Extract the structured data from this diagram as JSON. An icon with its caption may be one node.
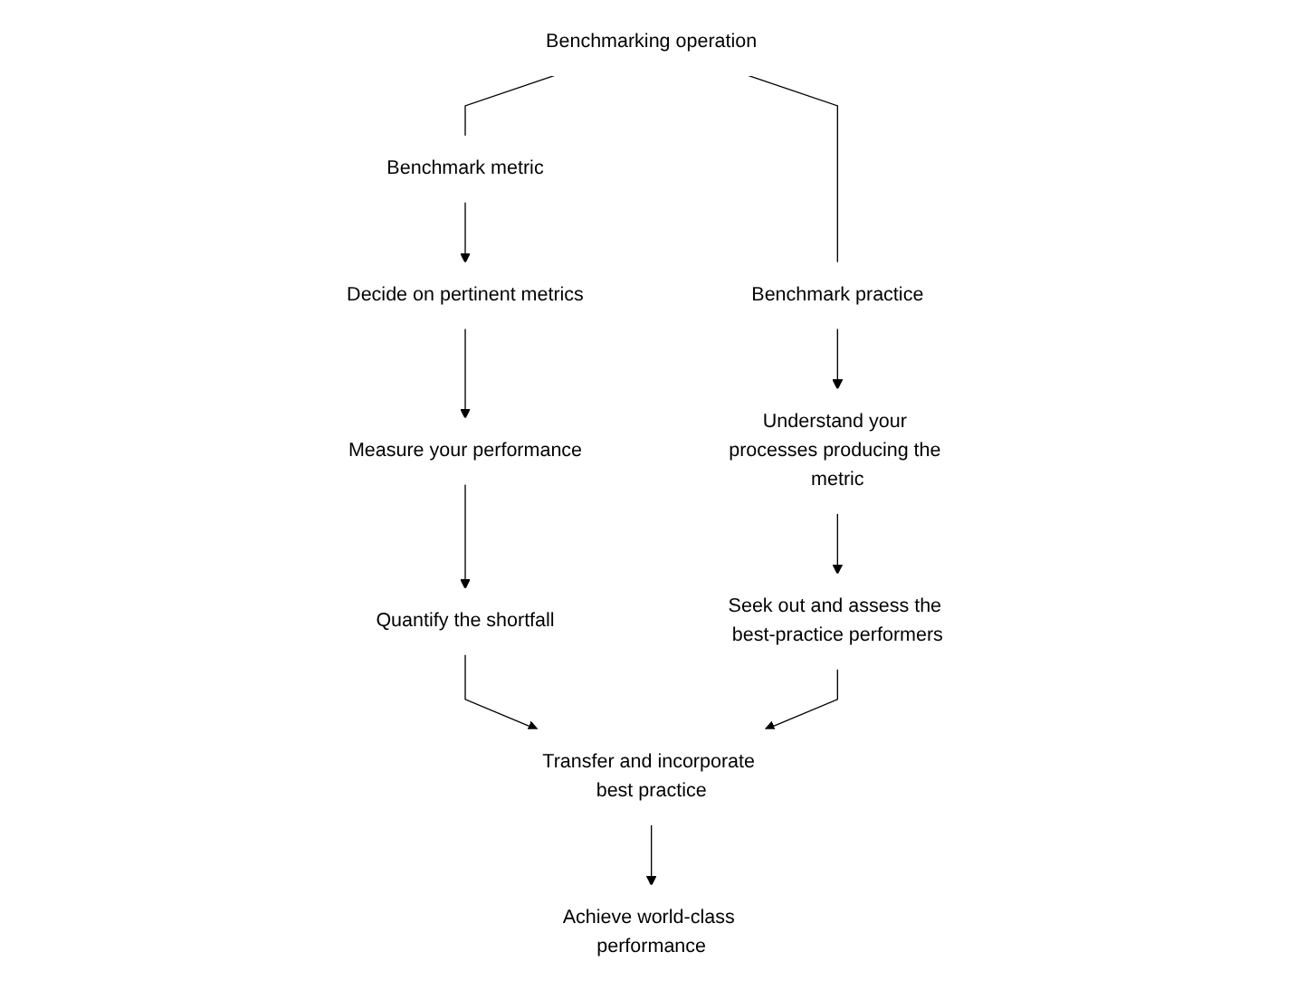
{
  "diagram": {
    "nodes": [
      {
        "text": [
          "Benchmarking operation"
        ]
      },
      {
        "text": [
          "Benchmark metric"
        ]
      },
      {
        "text": [
          "Decide on pertinent metrics"
        ]
      },
      {
        "text": [
          "Measure your performance"
        ]
      },
      {
        "text": [
          "Quantify the shortfall"
        ]
      },
      {
        "text": [
          "Benchmark practice"
        ]
      },
      {
        "text": [
          "Understand your processes producing the metric"
        ]
      },
      {
        "text": [
          "Seek out and assess the best-practice performers"
        ]
      },
      {
        "text": [
          "Transfer and incorporate best practice"
        ]
      },
      {
        "text": [
          "Achieve world-class performance"
        ]
      }
    ],
    "edges": [
      {
        "from": 0,
        "to": 1,
        "arrow": "none"
      },
      {
        "from": 0,
        "to": 5,
        "arrow": "none"
      },
      {
        "from": 1,
        "to": 2,
        "arrow": "to"
      },
      {
        "from": 2,
        "to": 3,
        "arrow": "to"
      },
      {
        "from": 3,
        "to": 4,
        "arrow": "to"
      },
      {
        "from": 4,
        "to": 8,
        "arrow": "to"
      },
      {
        "from": 5,
        "to": 6,
        "arrow": "to"
      },
      {
        "from": 6,
        "to": 7,
        "arrow": "to"
      },
      {
        "from": 7,
        "to": 8,
        "arrow": "to"
      },
      {
        "from": 8,
        "to": 9,
        "arrow": "to"
      }
    ]
  }
}
